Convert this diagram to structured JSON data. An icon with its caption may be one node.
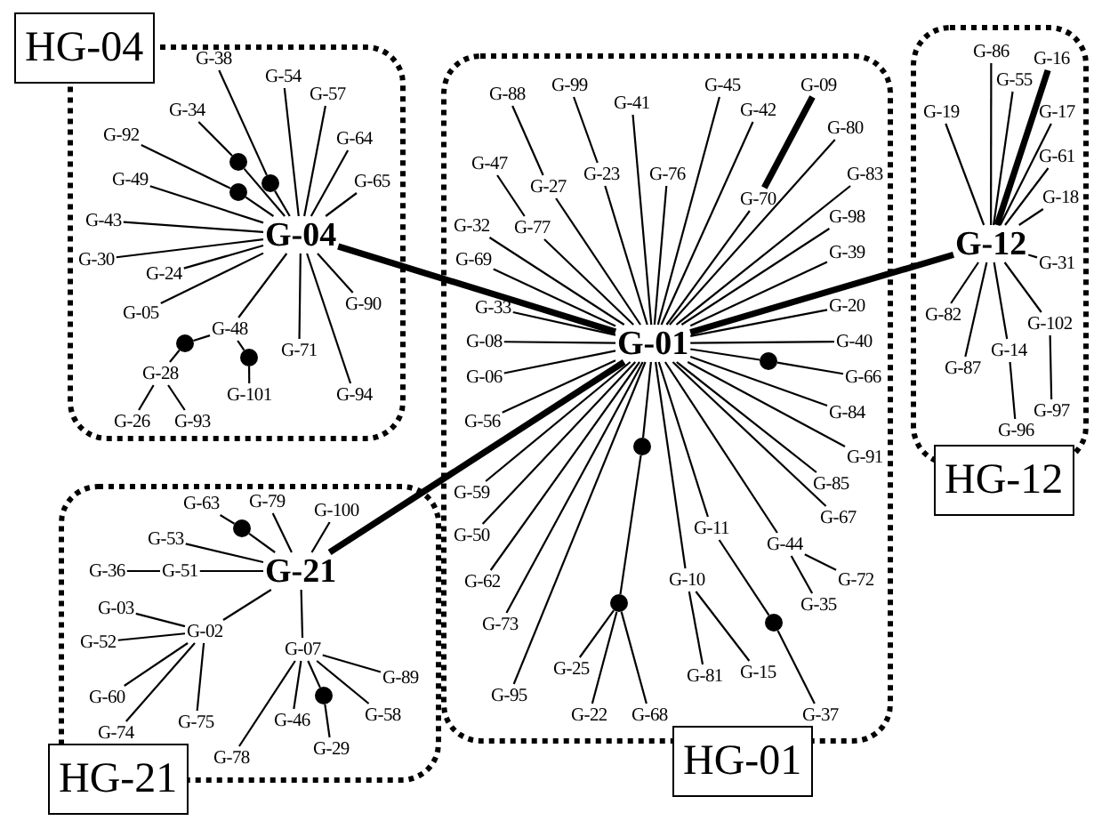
{
  "diagram": {
    "nodes": [
      {
        "text": [
          "HG-04"
        ]
      },
      {
        "text": [
          "G-04"
        ],
        "in": 0
      },
      {
        "text": [
          "G-38"
        ],
        "in": 0
      },
      {
        "text": [
          "G-54"
        ],
        "in": 0
      },
      {
        "text": [
          "G-57"
        ],
        "in": 0
      },
      {
        "text": [
          "G-34"
        ],
        "in": 0
      },
      {
        "text": [
          "G-92"
        ],
        "in": 0
      },
      {
        "text": [
          "G-64"
        ],
        "in": 0
      },
      {
        "text": [
          "G-49"
        ],
        "in": 0
      },
      {
        "text": [
          "G-65"
        ],
        "in": 0
      },
      {
        "text": [
          "G-43"
        ],
        "in": 0
      },
      {
        "text": [
          "G-30"
        ],
        "in": 0
      },
      {
        "text": [
          "G-24"
        ],
        "in": 0
      },
      {
        "text": [
          "G-90"
        ],
        "in": 0
      },
      {
        "text": [
          "G-05"
        ],
        "in": 0
      },
      {
        "text": [
          "G-48"
        ],
        "in": 0
      },
      {
        "text": [
          "G-71"
        ],
        "in": 0
      },
      {
        "text": [
          "G-28"
        ],
        "in": 0
      },
      {
        "text": [
          "G-101"
        ],
        "in": 0
      },
      {
        "text": [
          "G-94"
        ],
        "in": 0
      },
      {
        "text": [
          "G-26"
        ],
        "in": 0
      },
      {
        "text": [
          "G-93"
        ],
        "in": 0
      },
      {
        "text": [],
        "shape": "circle",
        "in": 0
      },
      {
        "text": [],
        "shape": "circle",
        "in": 0
      },
      {
        "text": [],
        "shape": "circle",
        "in": 0
      },
      {
        "text": [],
        "shape": "circle",
        "in": 0
      },
      {
        "text": [],
        "shape": "circle",
        "in": 0
      },
      {
        "text": [
          "HG-01"
        ]
      },
      {
        "text": [
          "G-01"
        ],
        "in": 27
      },
      {
        "text": [
          "G-99"
        ],
        "in": 27
      },
      {
        "text": [
          "G-45"
        ],
        "in": 27
      },
      {
        "text": [
          "G-09"
        ],
        "in": 27
      },
      {
        "text": [
          "G-88"
        ],
        "in": 27
      },
      {
        "text": [
          "G-41"
        ],
        "in": 27
      },
      {
        "text": [
          "G-42"
        ],
        "in": 27
      },
      {
        "text": [
          "G-80"
        ],
        "in": 27
      },
      {
        "text": [
          "G-47"
        ],
        "in": 27
      },
      {
        "text": [
          "G-23"
        ],
        "in": 27
      },
      {
        "text": [
          "G-76"
        ],
        "in": 27
      },
      {
        "text": [
          "G-83"
        ],
        "in": 27
      },
      {
        "text": [
          "G-27"
        ],
        "in": 27
      },
      {
        "text": [
          "G-70"
        ],
        "in": 27
      },
      {
        "text": [
          "G-98"
        ],
        "in": 27
      },
      {
        "text": [
          "G-32"
        ],
        "in": 27
      },
      {
        "text": [
          "G-77"
        ],
        "in": 27
      },
      {
        "text": [
          "G-39"
        ],
        "in": 27
      },
      {
        "text": [
          "G-69"
        ],
        "in": 27
      },
      {
        "text": [
          "G-33"
        ],
        "in": 27
      },
      {
        "text": [
          "G-20"
        ],
        "in": 27
      },
      {
        "text": [
          "G-08"
        ],
        "in": 27
      },
      {
        "text": [
          "G-40"
        ],
        "in": 27
      },
      {
        "text": [
          "G-06"
        ],
        "in": 27
      },
      {
        "text": [
          "G-66"
        ],
        "in": 27
      },
      {
        "text": [
          "G-84"
        ],
        "in": 27
      },
      {
        "text": [
          "G-56"
        ],
        "in": 27
      },
      {
        "text": [
          "G-91"
        ],
        "in": 27
      },
      {
        "text": [
          "G-85"
        ],
        "in": 27
      },
      {
        "text": [
          "G-59"
        ],
        "in": 27
      },
      {
        "text": [
          "G-67"
        ],
        "in": 27
      },
      {
        "text": [
          "G-11"
        ],
        "in": 27
      },
      {
        "text": [
          "G-50"
        ],
        "in": 27
      },
      {
        "text": [
          "G-44"
        ],
        "in": 27
      },
      {
        "text": [
          "G-10"
        ],
        "in": 27
      },
      {
        "text": [
          "G-72"
        ],
        "in": 27
      },
      {
        "text": [
          "G-62"
        ],
        "in": 27
      },
      {
        "text": [
          "G-35"
        ],
        "in": 27
      },
      {
        "text": [
          "G-73"
        ],
        "in": 27
      },
      {
        "text": [
          "G-25"
        ],
        "in": 27
      },
      {
        "text": [
          "G-15"
        ],
        "in": 27
      },
      {
        "text": [
          "G-81"
        ],
        "in": 27
      },
      {
        "text": [
          "G-95"
        ],
        "in": 27
      },
      {
        "text": [
          "G-22"
        ],
        "in": 27
      },
      {
        "text": [
          "G-68"
        ],
        "in": 27
      },
      {
        "text": [
          "G-37"
        ],
        "in": 27
      },
      {
        "text": [],
        "shape": "circle",
        "in": 27
      },
      {
        "text": [],
        "shape": "circle",
        "in": 27
      },
      {
        "text": [],
        "shape": "circle",
        "in": 27
      },
      {
        "text": [],
        "shape": "circle",
        "in": 27
      },
      {
        "text": [
          "HG-12"
        ]
      },
      {
        "text": [
          "G-86"
        ],
        "in": 78
      },
      {
        "text": [
          "G-16"
        ],
        "in": 78
      },
      {
        "text": [
          "G-55"
        ],
        "in": 78
      },
      {
        "text": [
          "G-19"
        ],
        "in": 78
      },
      {
        "text": [
          "G-17"
        ],
        "in": 78
      },
      {
        "text": [
          "G-61"
        ],
        "in": 78
      },
      {
        "text": [
          "G-18"
        ],
        "in": 78
      },
      {
        "text": [
          "G-12"
        ],
        "in": 78
      },
      {
        "text": [
          "G-31"
        ],
        "in": 78
      },
      {
        "text": [
          "G-82"
        ],
        "in": 78
      },
      {
        "text": [
          "G-102"
        ],
        "in": 78
      },
      {
        "text": [
          "G-14"
        ],
        "in": 78
      },
      {
        "text": [
          "G-87"
        ],
        "in": 78
      },
      {
        "text": [
          "G-97"
        ],
        "in": 78
      },
      {
        "text": [
          "G-96"
        ],
        "in": 78
      },
      {
        "text": [
          "HG-21"
        ]
      },
      {
        "text": [
          "G-79"
        ],
        "in": 94
      },
      {
        "text": [
          "G-63"
        ],
        "in": 94
      },
      {
        "text": [
          "G-100"
        ],
        "in": 94
      },
      {
        "text": [
          "G-53"
        ],
        "in": 94
      },
      {
        "text": [
          "G-36"
        ],
        "in": 94
      },
      {
        "text": [
          "G-51"
        ],
        "in": 94
      },
      {
        "text": [
          "G-21"
        ],
        "in": 94
      },
      {
        "text": [
          "G-03"
        ],
        "in": 94
      },
      {
        "text": [
          "G-02"
        ],
        "in": 94
      },
      {
        "text": [
          "G-52"
        ],
        "in": 94
      },
      {
        "text": [
          "G-07"
        ],
        "in": 94
      },
      {
        "text": [
          "G-89"
        ],
        "in": 94
      },
      {
        "text": [
          "G-60"
        ],
        "in": 94
      },
      {
        "text": [
          "G-58"
        ],
        "in": 94
      },
      {
        "text": [
          "G-75"
        ],
        "in": 94
      },
      {
        "text": [
          "G-46"
        ],
        "in": 94
      },
      {
        "text": [
          "G-74"
        ],
        "in": 94
      },
      {
        "text": [
          "G-29"
        ],
        "in": 94
      },
      {
        "text": [
          "G-78"
        ],
        "in": 94
      },
      {
        "text": [],
        "shape": "circle",
        "in": 94
      },
      {
        "text": [],
        "shape": "circle",
        "in": 94
      }
    ],
    "edges": [
      {
        "from": 2,
        "to": 23,
        "arrow": "none"
      },
      {
        "from": 23,
        "to": 1,
        "arrow": "none"
      },
      {
        "from": 5,
        "to": 22,
        "arrow": "none"
      },
      {
        "from": 22,
        "to": 1,
        "arrow": "none"
      },
      {
        "from": 6,
        "to": 24,
        "arrow": "none"
      },
      {
        "from": 24,
        "to": 1,
        "arrow": "none"
      },
      {
        "from": 1,
        "to": 3,
        "arrow": "none"
      },
      {
        "from": 1,
        "to": 4,
        "arrow": "none"
      },
      {
        "from": 1,
        "to": 7,
        "arrow": "none"
      },
      {
        "from": 1,
        "to": 9,
        "arrow": "none"
      },
      {
        "from": 1,
        "to": 8,
        "arrow": "none"
      },
      {
        "from": 1,
        "to": 10,
        "arrow": "none"
      },
      {
        "from": 1,
        "to": 11,
        "arrow": "none"
      },
      {
        "from": 1,
        "to": 12,
        "arrow": "none"
      },
      {
        "from": 1,
        "to": 14,
        "arrow": "none"
      },
      {
        "from": 1,
        "to": 15,
        "arrow": "none"
      },
      {
        "from": 1,
        "to": 16,
        "arrow": "none"
      },
      {
        "from": 1,
        "to": 19,
        "arrow": "none"
      },
      {
        "from": 1,
        "to": 13,
        "arrow": "none"
      },
      {
        "from": 15,
        "to": 25,
        "arrow": "none"
      },
      {
        "from": 25,
        "to": 17,
        "arrow": "none"
      },
      {
        "from": 15,
        "to": 26,
        "arrow": "none"
      },
      {
        "from": 26,
        "to": 18,
        "arrow": "none"
      },
      {
        "from": 17,
        "to": 20,
        "arrow": "none"
      },
      {
        "from": 17,
        "to": 21,
        "arrow": "none"
      },
      {
        "from": 1,
        "to": 28,
        "arrow": "none",
        "style": "thick"
      },
      {
        "from": 28,
        "to": 40,
        "arrow": "none"
      },
      {
        "from": 28,
        "to": 37,
        "arrow": "none"
      },
      {
        "from": 28,
        "to": 44,
        "arrow": "none"
      },
      {
        "from": 28,
        "to": 33,
        "arrow": "none"
      },
      {
        "from": 28,
        "to": 38,
        "arrow": "none"
      },
      {
        "from": 28,
        "to": 30,
        "arrow": "none"
      },
      {
        "from": 28,
        "to": 34,
        "arrow": "none"
      },
      {
        "from": 28,
        "to": 41,
        "arrow": "none"
      },
      {
        "from": 28,
        "to": 35,
        "arrow": "none"
      },
      {
        "from": 28,
        "to": 39,
        "arrow": "none"
      },
      {
        "from": 28,
        "to": 42,
        "arrow": "none"
      },
      {
        "from": 28,
        "to": 45,
        "arrow": "none"
      },
      {
        "from": 28,
        "to": 48,
        "arrow": "none"
      },
      {
        "from": 28,
        "to": 50,
        "arrow": "none"
      },
      {
        "from": 28,
        "to": 43,
        "arrow": "none"
      },
      {
        "from": 28,
        "to": 46,
        "arrow": "none"
      },
      {
        "from": 28,
        "to": 47,
        "arrow": "none"
      },
      {
        "from": 28,
        "to": 49,
        "arrow": "none"
      },
      {
        "from": 28,
        "to": 51,
        "arrow": "none"
      },
      {
        "from": 40,
        "to": 32,
        "arrow": "none"
      },
      {
        "from": 37,
        "to": 29,
        "arrow": "none"
      },
      {
        "from": 44,
        "to": 36,
        "arrow": "none"
      },
      {
        "from": 41,
        "to": 31,
        "arrow": "none",
        "style": "thick"
      },
      {
        "from": 28,
        "to": 74,
        "arrow": "none"
      },
      {
        "from": 74,
        "to": 52,
        "arrow": "none"
      },
      {
        "from": 28,
        "to": 54,
        "arrow": "none"
      },
      {
        "from": 28,
        "to": 57,
        "arrow": "none"
      },
      {
        "from": 28,
        "to": 60,
        "arrow": "none"
      },
      {
        "from": 28,
        "to": 64,
        "arrow": "none"
      },
      {
        "from": 28,
        "to": 66,
        "arrow": "none"
      },
      {
        "from": 28,
        "to": 70,
        "arrow": "none"
      },
      {
        "from": 28,
        "to": 62,
        "arrow": "none"
      },
      {
        "from": 28,
        "to": 59,
        "arrow": "none"
      },
      {
        "from": 28,
        "to": 61,
        "arrow": "none"
      },
      {
        "from": 28,
        "to": 58,
        "arrow": "none"
      },
      {
        "from": 28,
        "to": 56,
        "arrow": "none"
      },
      {
        "from": 28,
        "to": 55,
        "arrow": "none"
      },
      {
        "from": 28,
        "to": 53,
        "arrow": "none"
      },
      {
        "from": 28,
        "to": 75,
        "arrow": "none"
      },
      {
        "from": 75,
        "to": 76,
        "arrow": "none"
      },
      {
        "from": 76,
        "to": 67,
        "arrow": "none"
      },
      {
        "from": 76,
        "to": 71,
        "arrow": "none"
      },
      {
        "from": 76,
        "to": 72,
        "arrow": "none"
      },
      {
        "from": 62,
        "to": 69,
        "arrow": "none"
      },
      {
        "from": 62,
        "to": 68,
        "arrow": "none"
      },
      {
        "from": 59,
        "to": 77,
        "arrow": "none"
      },
      {
        "from": 77,
        "to": 73,
        "arrow": "none"
      },
      {
        "from": 61,
        "to": 65,
        "arrow": "none"
      },
      {
        "from": 61,
        "to": 63,
        "arrow": "none"
      },
      {
        "from": 86,
        "to": 28,
        "arrow": "none",
        "style": "thick"
      },
      {
        "from": 86,
        "to": 79,
        "arrow": "none"
      },
      {
        "from": 86,
        "to": 81,
        "arrow": "none"
      },
      {
        "from": 86,
        "to": 80,
        "arrow": "none",
        "style": "thick"
      },
      {
        "from": 86,
        "to": 83,
        "arrow": "none"
      },
      {
        "from": 86,
        "to": 84,
        "arrow": "none"
      },
      {
        "from": 86,
        "to": 85,
        "arrow": "none"
      },
      {
        "from": 86,
        "to": 87,
        "arrow": "none"
      },
      {
        "from": 86,
        "to": 88,
        "arrow": "none"
      },
      {
        "from": 86,
        "to": 91,
        "arrow": "none"
      },
      {
        "from": 86,
        "to": 90,
        "arrow": "none"
      },
      {
        "from": 86,
        "to": 89,
        "arrow": "none"
      },
      {
        "from": 86,
        "to": 82,
        "arrow": "none"
      },
      {
        "from": 90,
        "to": 93,
        "arrow": "none"
      },
      {
        "from": 89,
        "to": 92,
        "arrow": "none"
      },
      {
        "from": 101,
        "to": 28,
        "arrow": "none",
        "style": "thick"
      },
      {
        "from": 101,
        "to": 114,
        "arrow": "none"
      },
      {
        "from": 114,
        "to": 96,
        "arrow": "none"
      },
      {
        "from": 101,
        "to": 95,
        "arrow": "none"
      },
      {
        "from": 101,
        "to": 97,
        "arrow": "none"
      },
      {
        "from": 101,
        "to": 98,
        "arrow": "none"
      },
      {
        "from": 101,
        "to": 100,
        "arrow": "none"
      },
      {
        "from": 101,
        "to": 103,
        "arrow": "none"
      },
      {
        "from": 101,
        "to": 105,
        "arrow": "none"
      },
      {
        "from": 100,
        "to": 99,
        "arrow": "none"
      },
      {
        "from": 103,
        "to": 102,
        "arrow": "none"
      },
      {
        "from": 103,
        "to": 104,
        "arrow": "none"
      },
      {
        "from": 103,
        "to": 107,
        "arrow": "none"
      },
      {
        "from": 103,
        "to": 111,
        "arrow": "none"
      },
      {
        "from": 103,
        "to": 109,
        "arrow": "none"
      },
      {
        "from": 105,
        "to": 113,
        "arrow": "none"
      },
      {
        "from": 105,
        "to": 110,
        "arrow": "none"
      },
      {
        "from": 105,
        "to": 115,
        "arrow": "none"
      },
      {
        "from": 115,
        "to": 112,
        "arrow": "none"
      },
      {
        "from": 105,
        "to": 108,
        "arrow": "none"
      },
      {
        "from": 105,
        "to": 106,
        "arrow": "none"
      }
    ]
  }
}
